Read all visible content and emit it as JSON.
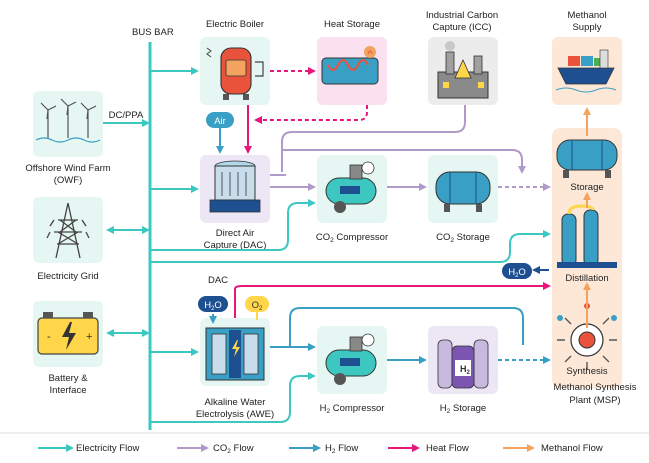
{
  "bus_bar": "BUS BAR",
  "owf": {
    "line1": "Offshore Wind Farm",
    "line2": "(OWF)",
    "conn": "DC/PPA"
  },
  "grid": {
    "label": "Electricity Grid"
  },
  "battery": {
    "line1": "Battery &",
    "line2": "Interface"
  },
  "boiler": {
    "label": "Electric Boiler"
  },
  "heat_storage": {
    "label": "Heat Storage"
  },
  "icc": {
    "line1": "Industrial Carbon",
    "line2": "Capture (ICC)"
  },
  "methanol_supply": {
    "line1": "Methanol",
    "line2": "Supply"
  },
  "air_pill": "Air",
  "dac": {
    "line1": "Direct Air",
    "line2": "Capture (DAC)",
    "tag": "DAC"
  },
  "co2_compressor": {
    "label": "CO",
    "sub": "2",
    "suffix": " Compressor"
  },
  "co2_storage": {
    "label": "CO",
    "sub": "2",
    "suffix": " Storage"
  },
  "msp": {
    "storage": "Storage",
    "distillation": "Distillation",
    "synthesis": "Synthesis",
    "line1": "Methanol Synthesis",
    "line2": "Plant (MSP)"
  },
  "h2o_pill_right": {
    "main": "H",
    "sub": "2",
    "end": "O"
  },
  "h2o_pill_left": {
    "main": "H",
    "sub": "2",
    "end": "O"
  },
  "o2_pill": {
    "main": "O",
    "sub": "2"
  },
  "awe": {
    "line1": "Alkaline Water",
    "line2": "Electrolysis (AWE)"
  },
  "h2_compressor": {
    "label": "H",
    "sub": "2",
    "suffix": " Compressor"
  },
  "h2_storage": {
    "label": "H",
    "sub": "2",
    "suffix": " Storage"
  },
  "h2_tank_text": {
    "main": "H",
    "sub": "2"
  },
  "legend": [
    {
      "label": "Electricity Flow",
      "color": "#3cc8c0"
    },
    {
      "label": "CO",
      "sub": "2",
      "suffix": " Flow",
      "color": "#b09ac8"
    },
    {
      "label": "H",
      "sub": "2",
      "suffix": " Flow",
      "color": "#3a9fc4"
    },
    {
      "label": "Heat Flow",
      "color": "#e8157a"
    },
    {
      "label": "Methanol Flow",
      "color": "#f4a260"
    }
  ]
}
